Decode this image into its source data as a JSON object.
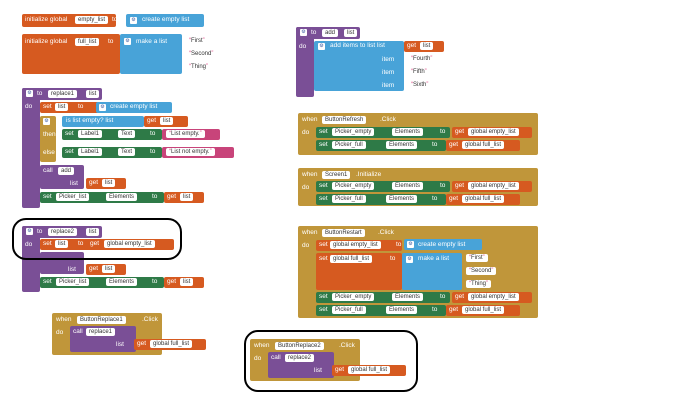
{
  "global_blocks": {
    "init1": {
      "kw": "initialize global",
      "name": "empty_list",
      "to": "to",
      "val": "create empty list"
    },
    "init2": {
      "kw": "initialize global",
      "name": "full_list",
      "to": "to",
      "val": "make a list",
      "items": [
        "First",
        "Second",
        "Thing"
      ]
    }
  },
  "replace1": {
    "to": "to",
    "name": "replace1",
    "param": "list",
    "do": "do",
    "set": "set",
    "var": "list",
    "to_word": "to",
    "val": "create empty list",
    "if": "if",
    "cond": "is list empty?  list",
    "get": "get",
    "get_var": "list",
    "then": "then",
    "else": "else",
    "label": "Label1",
    "text_prop": "Text",
    "then_str": "List empty.",
    "else_str": "List not empty.",
    "call": "call",
    "proc": "add",
    "list_word": "list",
    "picker": "Picker_list",
    "elements": "Elements"
  },
  "replace2": {
    "to": "to",
    "name": "replace2",
    "param": "list",
    "do": "do",
    "set": "set",
    "var": "list",
    "to_word": "to",
    "get": "get",
    "global": "global empty_list",
    "list_word": "list",
    "picker": "Picker_list",
    "elements": "Elements",
    "get_var": "list"
  },
  "btn_replace1": {
    "when": "when",
    "button": "ButtonReplace1",
    "event": ".Click",
    "do": "do",
    "call": "call",
    "proc": "replace1",
    "list_word": "list",
    "get": "get",
    "global": "global full_list"
  },
  "btn_replace2": {
    "when": "when",
    "button": "ButtonReplace2",
    "event": ".Click",
    "do": "do",
    "call": "call",
    "proc": "replace2",
    "list_word": "list",
    "get": "get",
    "global": "global full_list"
  },
  "add_proc": {
    "to": "to",
    "name": "add",
    "param": "list",
    "do": "do",
    "action": "add items to list  list",
    "get": "get",
    "get_var": "list",
    "item": "item",
    "items": [
      "Fourth",
      "Fifth",
      "Sixth"
    ]
  },
  "btn_refresh": {
    "when": "when",
    "button": "ButtonRefresh",
    "event": ".Click",
    "do": "do",
    "set": "set",
    "p1": "Picker_empty",
    "p2": "Picker_full",
    "elements": "Elements",
    "to": "to",
    "get": "get",
    "g1": "global empty_list",
    "g2": "global full_list"
  },
  "screen_init": {
    "when": "when",
    "screen": "Screen1",
    "event": ".Initialize",
    "do": "do",
    "set": "set",
    "p1": "Picker_empty",
    "p2": "Picker_full",
    "elements": "Elements",
    "to": "to",
    "get": "get",
    "g1": "global empty_list",
    "g2": "global full_list"
  },
  "btn_restart": {
    "when": "when",
    "button": "ButtonRestart",
    "event": ".Click",
    "do": "do",
    "set": "set",
    "g1": "global empty_list",
    "g2": "global full_list",
    "to": "to",
    "val": "create empty list",
    "mk": "make a list",
    "items": [
      "First",
      "Second",
      "Thing"
    ],
    "p1": "Picker_empty",
    "p2": "Picker_full",
    "elements": "Elements",
    "get": "get"
  }
}
